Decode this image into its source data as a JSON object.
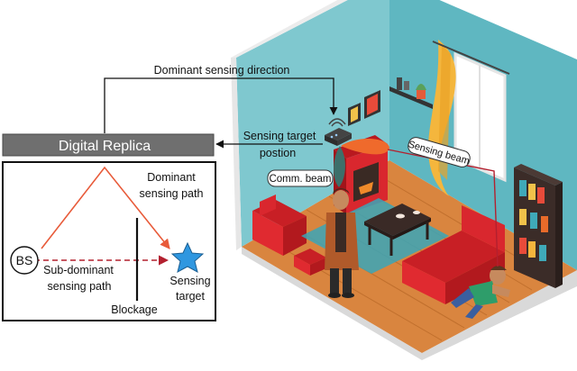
{
  "colors": {
    "replica_bar": "#6f6f6f",
    "dominant_path": "#e85b3a",
    "subdominant_path": "#b3202f",
    "target_star": "#2f97e0",
    "wall": "#7fc8cf",
    "floor": "#d9853f",
    "sofa": "#d9272e",
    "beam_orange": "#ef6a2c",
    "beam_teal": "#3d6f6a",
    "curtain": "#f4b63d"
  },
  "replica": {
    "title": "Digital Replica",
    "dominant_label_line1": "Dominant",
    "dominant_label_line2": "sensing path",
    "bs_label": "BS",
    "subdominant_label_line1": "Sub-dominant",
    "subdominant_label_line2": "sensing path",
    "blockage_label": "Blockage",
    "target_label_line1": "Sensing",
    "target_label_line2": "target"
  },
  "arrows": {
    "dominant_direction_label": "Dominant sensing direction",
    "target_position_line1": "Sensing target",
    "target_position_line2": "postion"
  },
  "room": {
    "comm_beam_label": "Comm. beam",
    "sensing_beam_label": "Sensing beam"
  }
}
